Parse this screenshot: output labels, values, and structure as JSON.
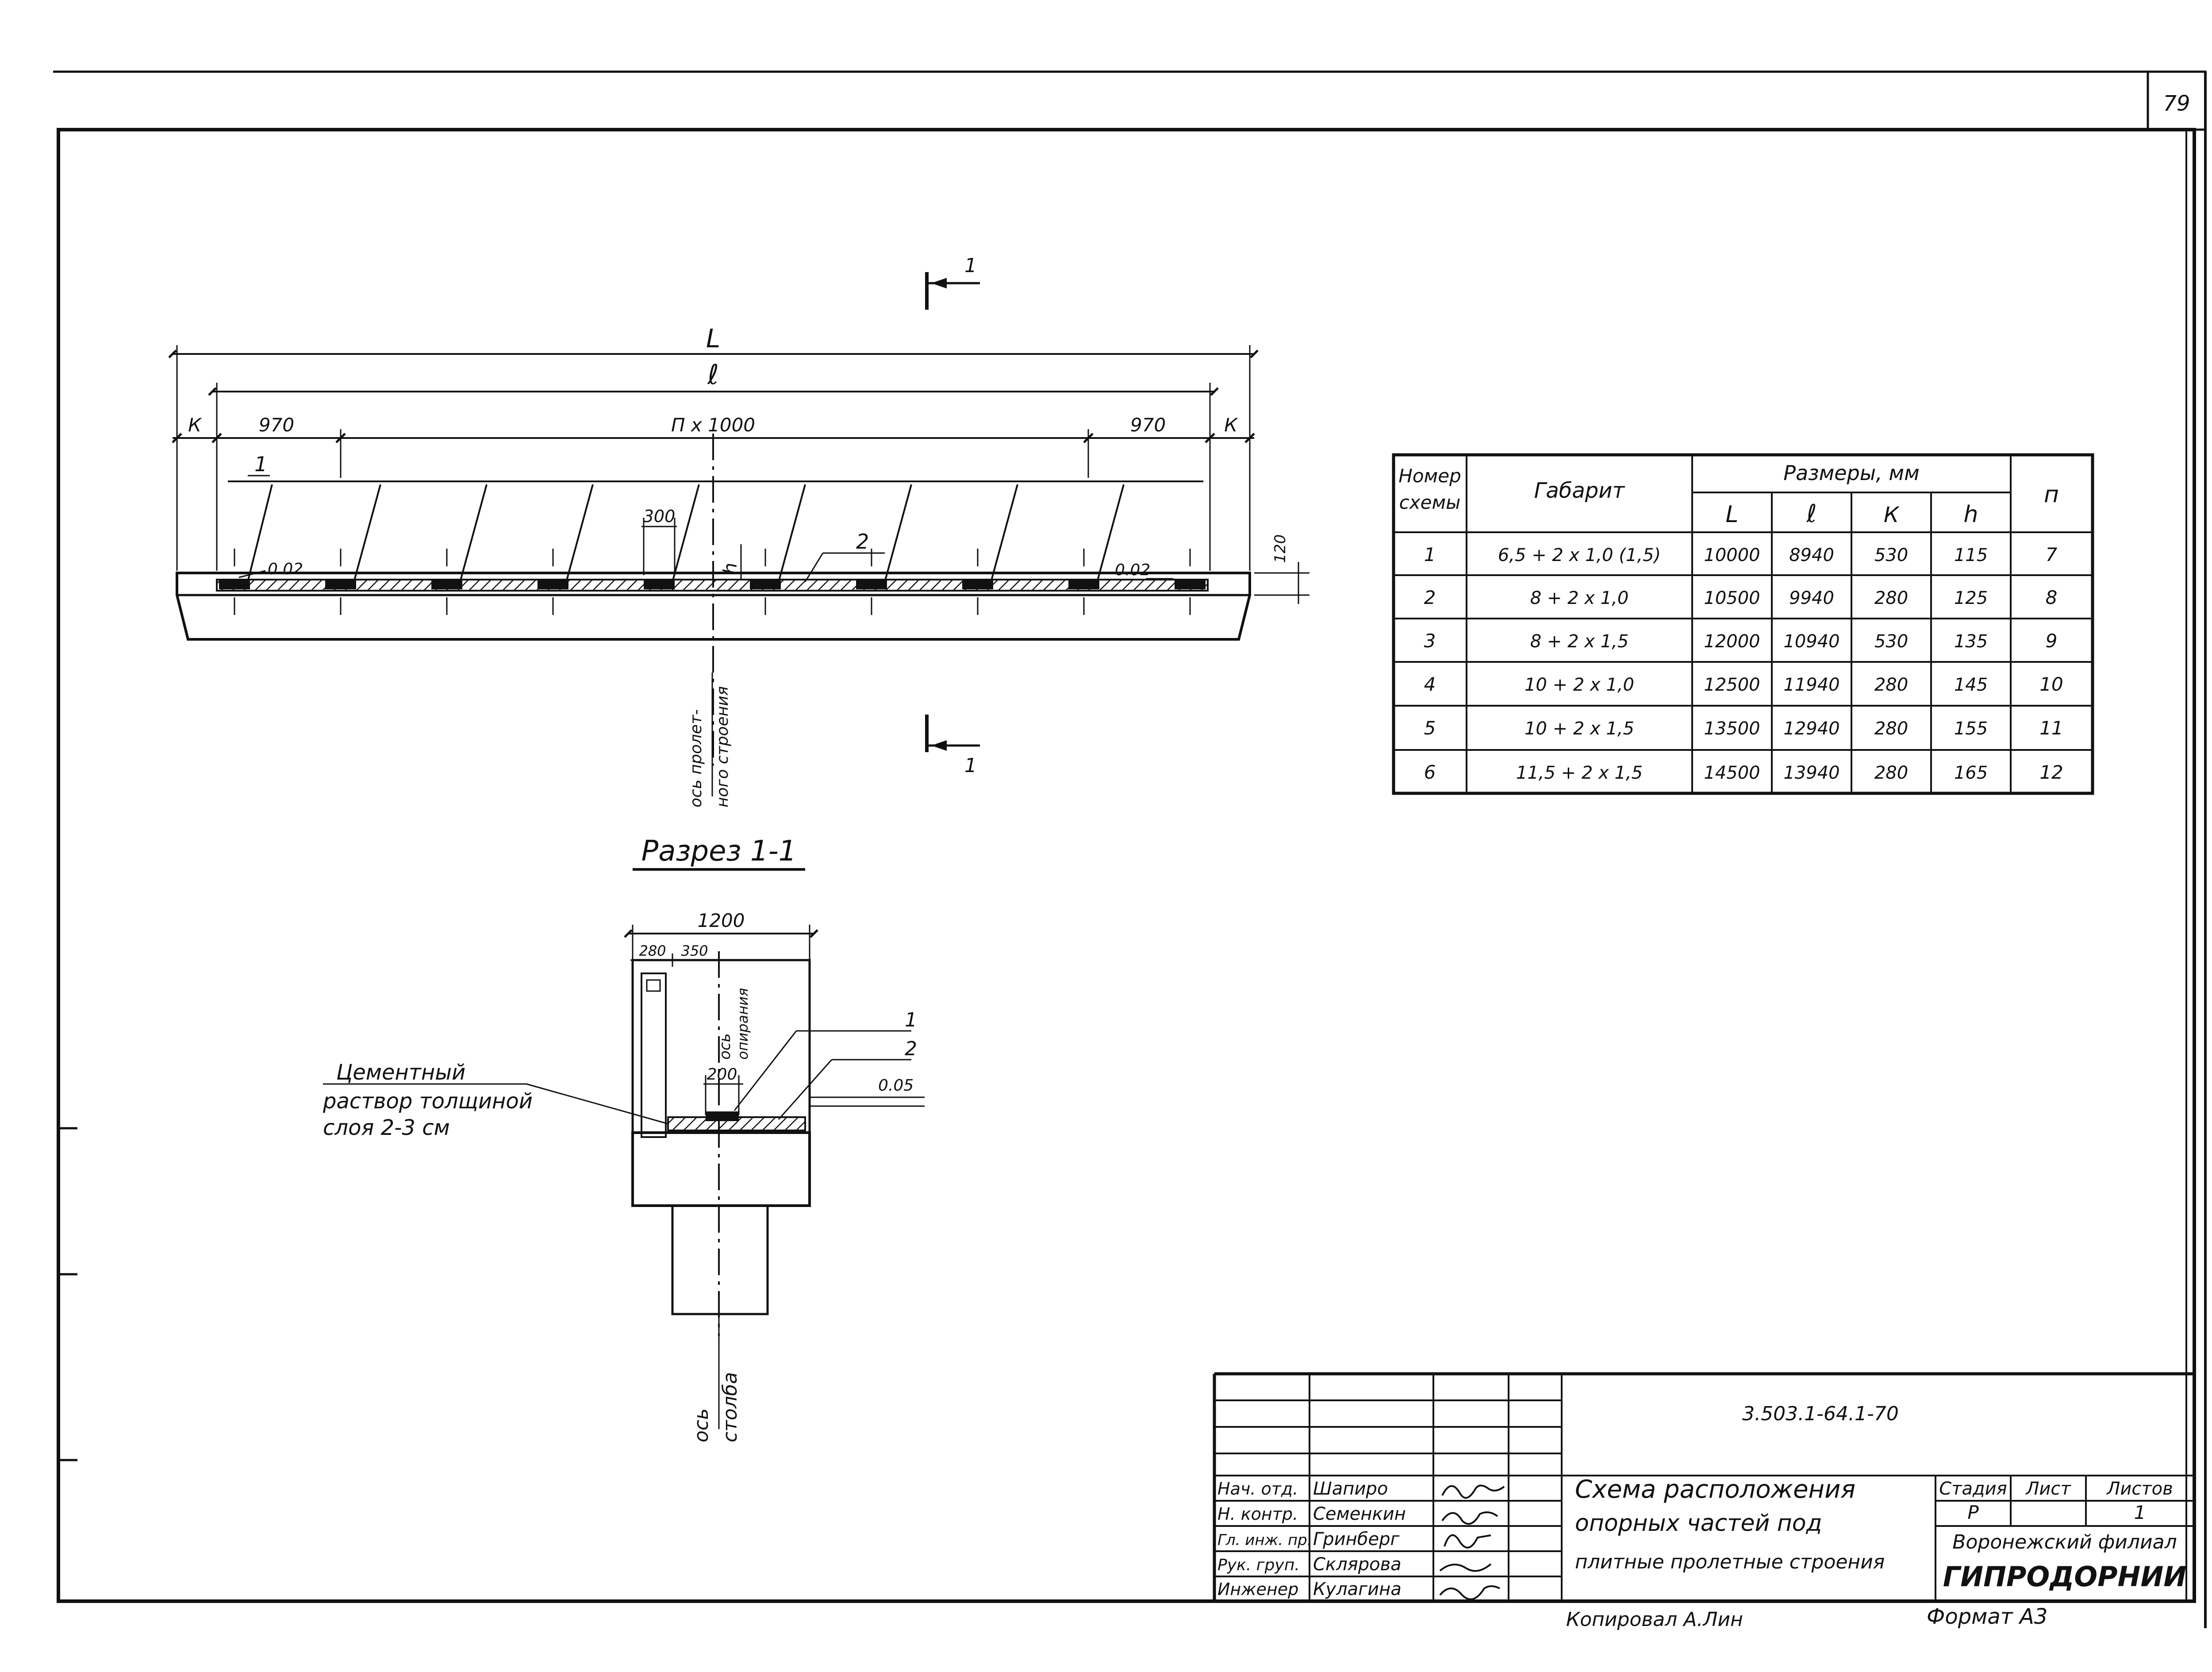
{
  "sheet": {
    "page_number": "79",
    "format": "Формат А3",
    "copied_by": "Копировал А.Лин"
  },
  "plan": {
    "dim_L": "L",
    "dim_l": "ℓ",
    "dim_k_left": "К",
    "dim_k_right": "К",
    "dim_970_left": "970",
    "dim_970_right": "970",
    "dim_span": "П х 1000",
    "dim_300": "300",
    "dim_h": "h",
    "dim_120": "120",
    "elev_left": "0.02",
    "elev_right": "0.02",
    "callout_1": "1",
    "callout_2": "2",
    "section_mark_top": "1",
    "section_mark_bottom": "1",
    "axis_label_line1": "ось пролет-",
    "axis_label_line2": "ного строения"
  },
  "section": {
    "title": "Разрез 1-1",
    "dim_1200": "1200",
    "dim_280": "280",
    "dim_350": "350",
    "dim_200": "200",
    "axis_support_line1": "ось",
    "axis_support_line2": "опирания",
    "callout_1": "1",
    "callout_2": "2",
    "elev": "0.05",
    "mortar_line1": "Цементный",
    "mortar_line2": "раствор толщиной",
    "mortar_line3": "слоя 2-3 см",
    "axis_column_line1": "ось",
    "axis_column_line2": "столба"
  },
  "table": {
    "headers": {
      "scheme": [
        "Номер",
        "схемы"
      ],
      "gabarit": "Габарит",
      "sizes": "Размеры, мм",
      "L": "L",
      "l": "ℓ",
      "k": "К",
      "h": "h",
      "n": "п"
    },
    "rows": [
      {
        "no": "1",
        "gabarit": "6,5 + 2 х 1,0 (1,5)",
        "L": "10000",
        "l": "8940",
        "k": "530",
        "h": "115",
        "n": "7"
      },
      {
        "no": "2",
        "gabarit": "8 + 2 х 1,0",
        "L": "10500",
        "l": "9940",
        "k": "280",
        "h": "125",
        "n": "8"
      },
      {
        "no": "3",
        "gabarit": "8 + 2 х 1,5",
        "L": "12000",
        "l": "10940",
        "k": "530",
        "h": "135",
        "n": "9"
      },
      {
        "no": "4",
        "gabarit": "10 + 2 х 1,0",
        "L": "12500",
        "l": "11940",
        "k": "280",
        "h": "145",
        "n": "10"
      },
      {
        "no": "5",
        "gabarit": "10 + 2 х 1,5",
        "L": "13500",
        "l": "12940",
        "k": "280",
        "h": "155",
        "n": "11"
      },
      {
        "no": "6",
        "gabarit": "11,5 + 2 х 1,5",
        "L": "14500",
        "l": "13940",
        "k": "280",
        "h": "165",
        "n": "12"
      }
    ]
  },
  "title_block": {
    "doc_code": "3.503.1-64.1-70",
    "title_line1": "Схема расположения",
    "title_line2": "опорных частей под",
    "title_line3": "плитные пролетные строения",
    "stage_label": "Стадия",
    "sheet_label": "Лист",
    "sheets_label": "Листов",
    "stage_value": "Р",
    "sheet_value": "",
    "sheets_value": "1",
    "org_line1": "Воронежский филиал",
    "org_line2": "ГИПРОДОРНИИ",
    "staff": [
      {
        "role": "Нач. отд.",
        "name": "Шапиро"
      },
      {
        "role": "Н. контр.",
        "name": "Семенкин"
      },
      {
        "role": "Гл. инж. пр.",
        "name": "Гринберг"
      },
      {
        "role": "Рук. груп.",
        "name": "Склярова"
      },
      {
        "role": "Инженер",
        "name": "Кулагина"
      }
    ]
  }
}
